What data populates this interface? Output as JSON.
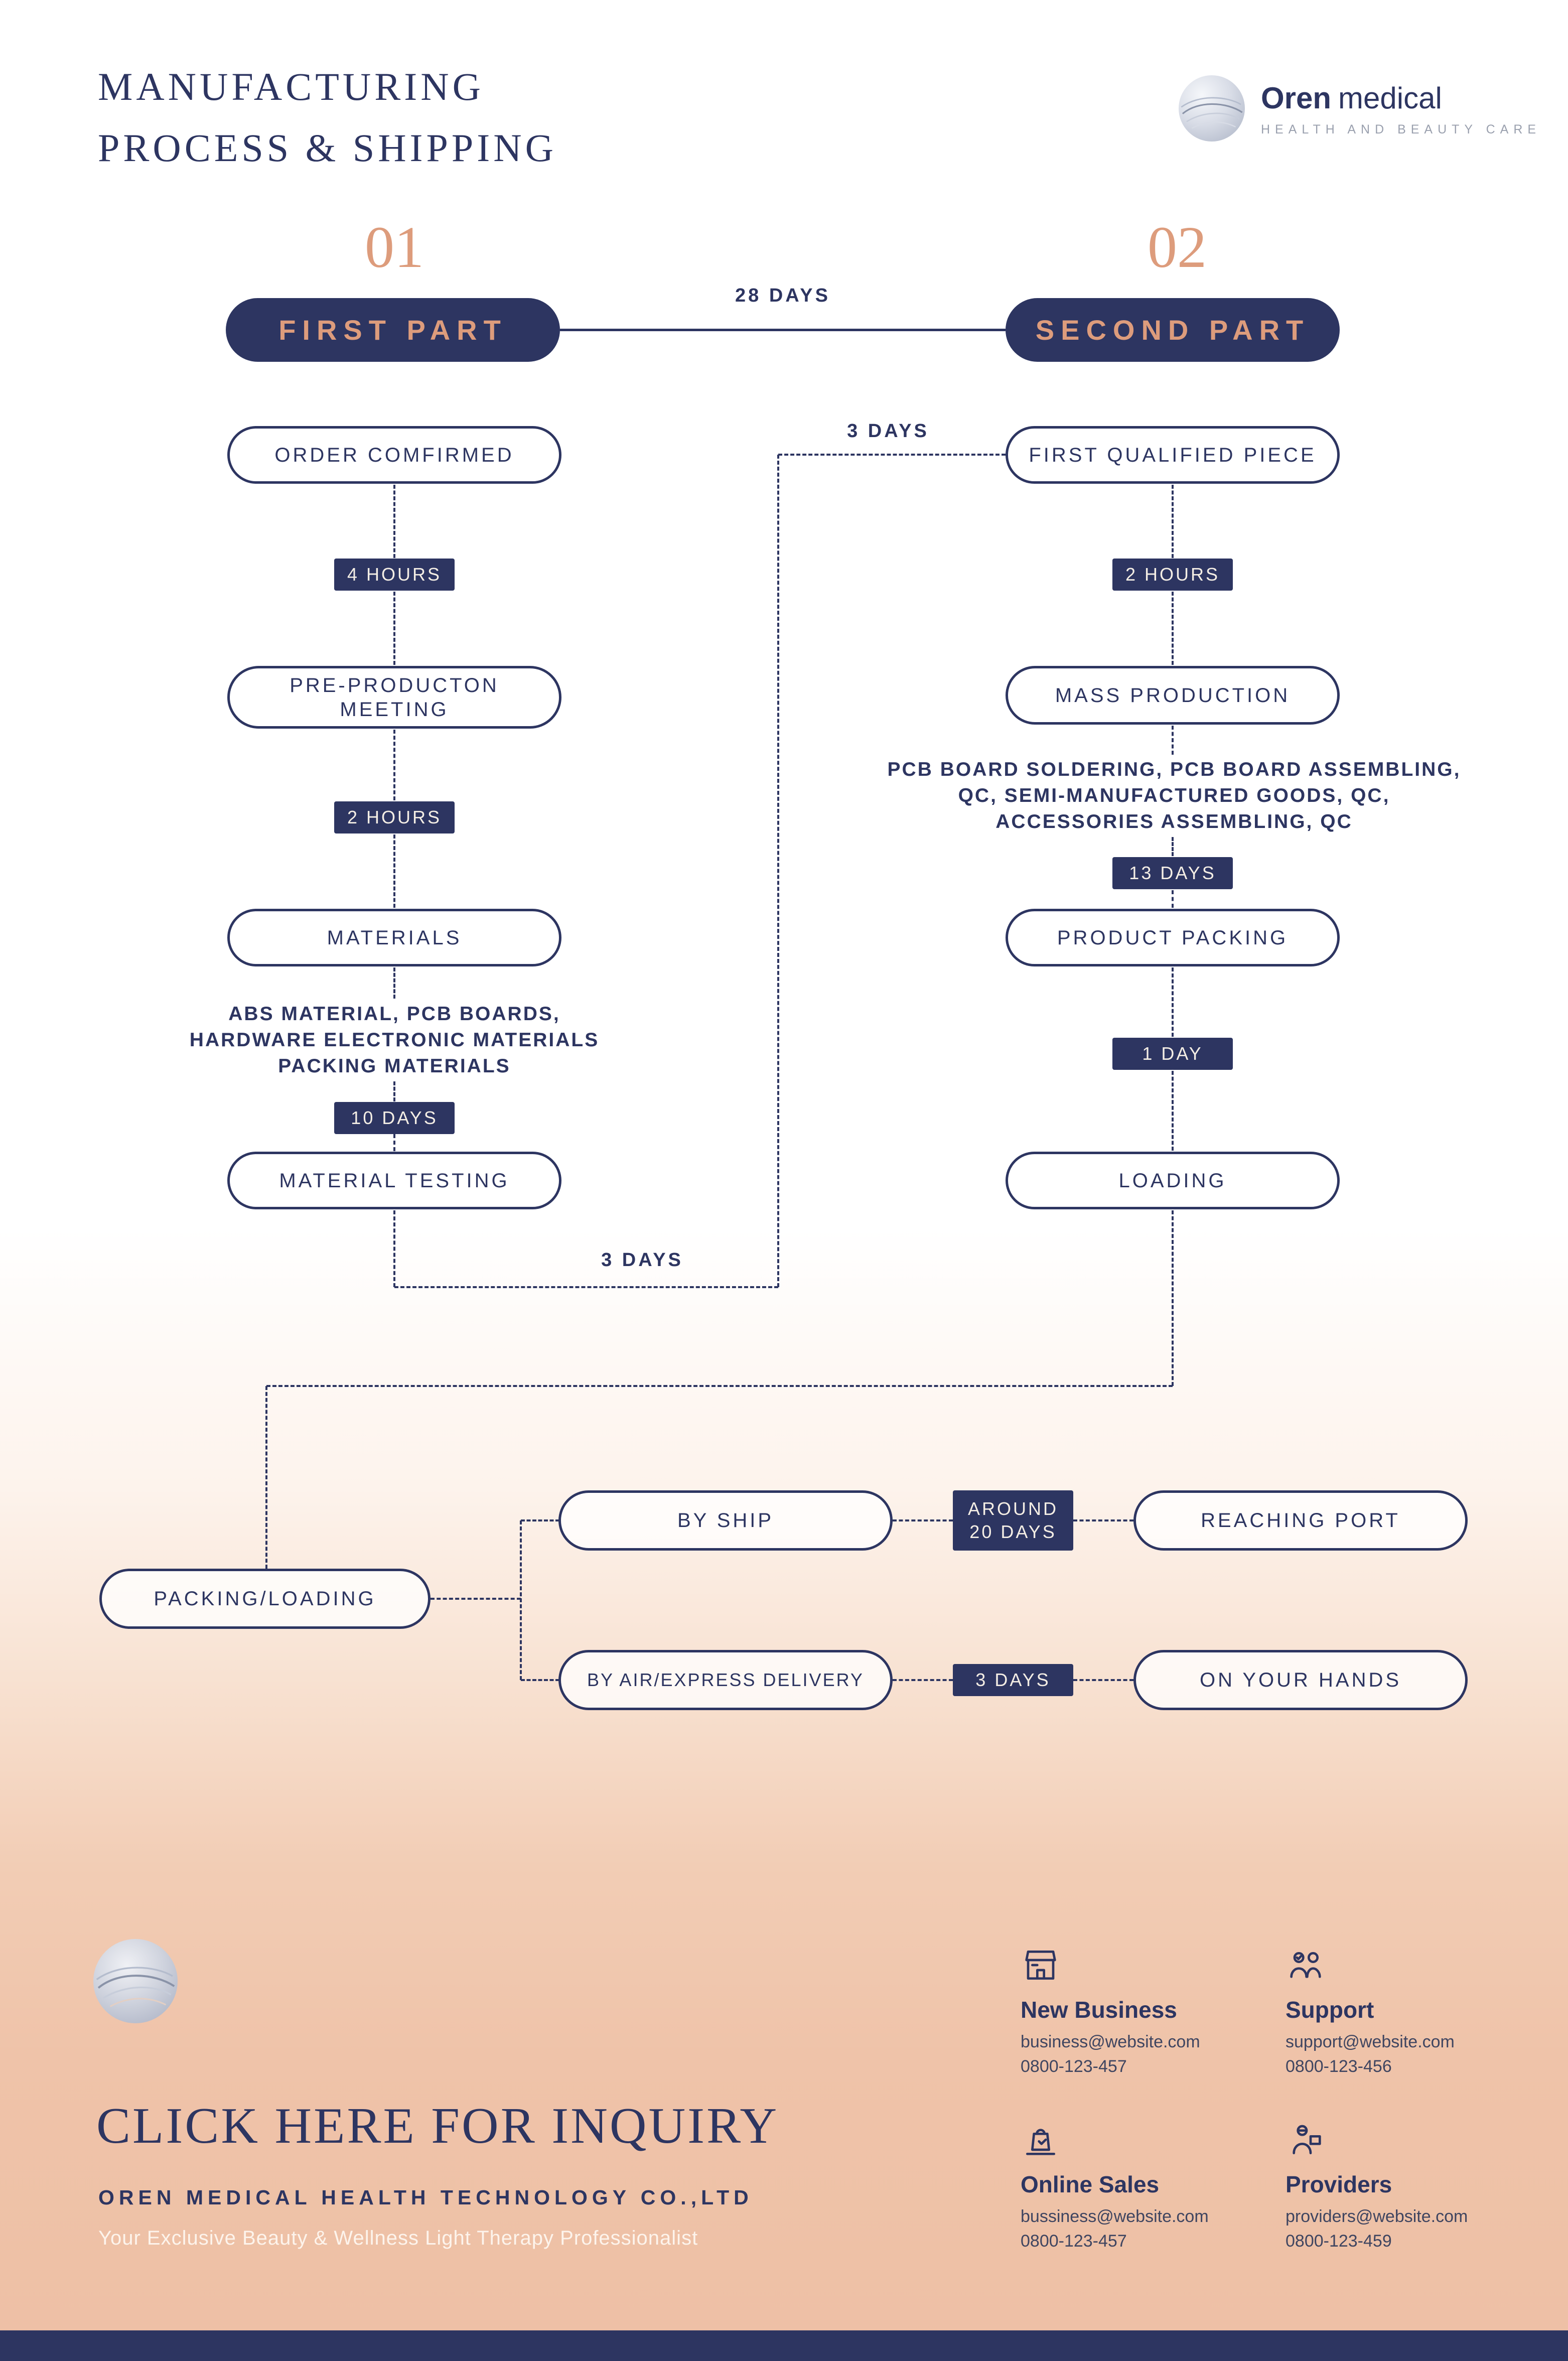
{
  "header": {
    "title_line1": "MANUFACTURING",
    "title_line2": "PROCESS & SHIPPING"
  },
  "brand": {
    "name_bold": "Oren",
    "name_light": "medical",
    "tagline": "HEALTH AND BEAUTY CARE"
  },
  "parts": {
    "connector_label": "28 DAYS",
    "one": {
      "number": "01",
      "label": "FIRST PART"
    },
    "two": {
      "number": "02",
      "label": "SECOND PART"
    }
  },
  "flow1": {
    "step1": "ORDER COMFIRMED",
    "dur1": "4 HOURS",
    "step2_line1": "PRE-PRODUCTON",
    "step2_line2": "MEETING",
    "dur2": "2 HOURS",
    "step3": "MATERIALS",
    "note_line1": "ABS MATERIAL, PCB BOARDS,",
    "note_line2": "HARDWARE ELECTRONIC MATERIALS",
    "note_line3": "PACKING MATERIALS",
    "dur3": "10 DAYS",
    "step4": "MATERIAL TESTING",
    "handoff_label": "3 DAYS"
  },
  "flow2": {
    "entry_label": "3 DAYS",
    "step1": "FIRST QUALIFIED PIECE",
    "dur1": "2 HOURS",
    "step2": "MASS PRODUCTION",
    "note_line1": "PCB BOARD SOLDERING, PCB BOARD ASSEMBLING,",
    "note_line2": "QC, SEMI-MANUFACTURED GOODS, QC,",
    "note_line3": "ACCESSORIES ASSEMBLING, QC",
    "dur2": "13 DAYS",
    "step3": "PRODUCT PACKING",
    "dur3": "1 DAY",
    "step4": "LOADING"
  },
  "shipping": {
    "start": "PACKING/LOADING",
    "ship_option": "BY SHIP",
    "ship_duration_line1": "AROUND",
    "ship_duration_line2": "20 DAYS",
    "ship_result": "REACHING PORT",
    "air_option": "BY AIR/EXPRESS DELIVERY",
    "air_duration": "3 DAYS",
    "air_result": "ON YOUR HANDS"
  },
  "footer": {
    "cta": "CLICK HERE FOR INQUIRY",
    "company": "OREN MEDICAL HEALTH TECHNOLOGY CO.,LTD",
    "tagline": "Your Exclusive Beauty & Wellness Light Therapy Professionalist",
    "contacts": [
      {
        "title": "New Business",
        "email": "business@website.com",
        "phone": "0800-123-457",
        "icon": "new-business-icon"
      },
      {
        "title": "Support",
        "email": "support@website.com",
        "phone": "0800-123-456",
        "icon": "support-icon"
      },
      {
        "title": "Online Sales",
        "email": "bussiness@website.com",
        "phone": "0800-123-457",
        "icon": "online-sales-icon"
      },
      {
        "title": "Providers",
        "email": "providers@website.com",
        "phone": "0800-123-459",
        "icon": "providers-icon"
      }
    ]
  },
  "colors": {
    "navy": "#2d3561",
    "peach": "#dd9c7c",
    "badge_text": "#f4eee5",
    "footer_bg": "#efc3a9"
  }
}
